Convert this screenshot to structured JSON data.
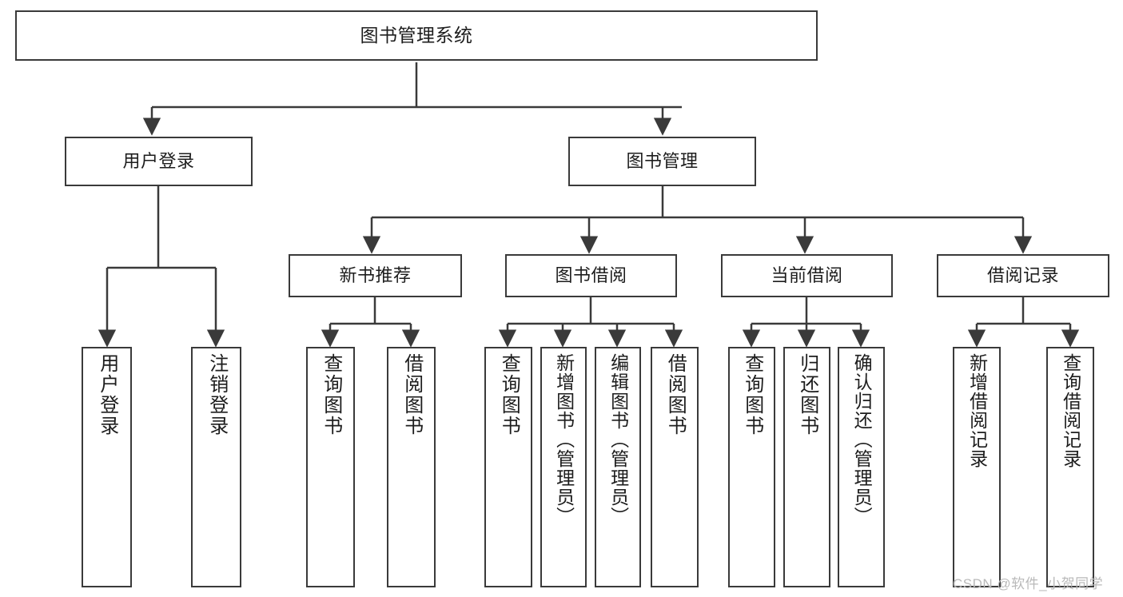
{
  "diagram": {
    "type": "tree-hierarchy",
    "title": "图书管理系统",
    "watermark": "CSDN @软件_小贺同学",
    "colors": {
      "box_stroke": "#3a3a3a",
      "box_fill": "#ffffff",
      "edge_stroke": "#3a3a3a",
      "text": "#1d1d1d",
      "watermark": "#b9b9b9",
      "background": "#ffffff"
    },
    "nodes": {
      "root": {
        "label": "图书管理系统"
      },
      "level2": [
        {
          "id": "user-login",
          "label": "用户登录"
        },
        {
          "id": "book-manage",
          "label": "图书管理"
        }
      ],
      "level3": [
        {
          "id": "new-book-recommend",
          "label": "新书推荐"
        },
        {
          "id": "book-borrow",
          "label": "图书借阅"
        },
        {
          "id": "current-borrow",
          "label": "当前借阅"
        },
        {
          "id": "borrow-record",
          "label": "借阅记录"
        }
      ],
      "leaves": {
        "user-login": [
          {
            "id": "leaf-user-login",
            "label": "用户登录"
          },
          {
            "id": "leaf-user-logout",
            "label": "注销登录"
          }
        ],
        "new-book-recommend": [
          {
            "id": "leaf-query-book-1",
            "label": "查询图书"
          },
          {
            "id": "leaf-borrow-book-1",
            "label": "借阅图书"
          }
        ],
        "book-borrow": [
          {
            "id": "leaf-query-book-2",
            "label": "查询图书"
          },
          {
            "id": "leaf-add-book",
            "label": "新增图书（管理员）"
          },
          {
            "id": "leaf-edit-book",
            "label": "编辑图书（管理员）"
          },
          {
            "id": "leaf-borrow-book-2",
            "label": "借阅图书"
          }
        ],
        "current-borrow": [
          {
            "id": "leaf-query-book-3",
            "label": "查询图书"
          },
          {
            "id": "leaf-return-book",
            "label": "归还图书"
          },
          {
            "id": "leaf-confirm-return",
            "label": "确认归还（管理员）"
          }
        ],
        "borrow-record": [
          {
            "id": "leaf-add-record",
            "label": "新增借阅记录"
          },
          {
            "id": "leaf-query-record",
            "label": "查询借阅记录"
          }
        ]
      }
    }
  }
}
